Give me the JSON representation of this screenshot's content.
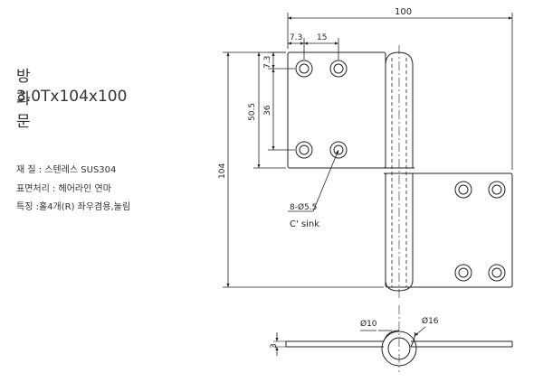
{
  "product": {
    "name": "방화문",
    "size": "3.0Tx104x100"
  },
  "specs": [
    {
      "label": "재 질 : ",
      "value": "스텐레스 SUS304"
    },
    {
      "label": "표면처리 : ",
      "value": "헤어라인 연마"
    },
    {
      "label": "특징 :",
      "value": "홀4개(R) 좌우겸용,눌림"
    }
  ],
  "dimensions": {
    "overall_width": "100",
    "hole_offset_x": "7.3",
    "hole_spacing_x": "15",
    "hole_offset_y": "7.3",
    "leaf_height": "50.5",
    "hole_spacing_y": "36",
    "overall_height": "104",
    "hole_callout": "8-Ø5.5",
    "hole_note": "C' sink",
    "pin_diameter": "Ø10",
    "knuckle_diameter": "Ø16",
    "thickness": "3"
  }
}
